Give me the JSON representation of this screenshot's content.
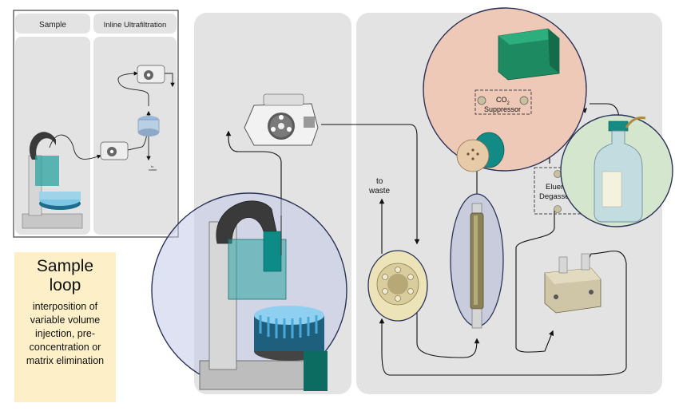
{
  "inset": {
    "tabs": [
      {
        "label": "Sample"
      },
      {
        "label": "Inline Ultrafiltration"
      }
    ],
    "waste_label": "to\nwaste"
  },
  "labels": {
    "to_waste_line1": "to",
    "to_waste_line2": "waste",
    "co2_suppressor_line1": "CO",
    "co2_suppressor_sub": "2",
    "co2_suppressor_line2": "Suppressor",
    "eluent_degasser_line1": "Eluent",
    "eluent_degasser_line2": "Degasser"
  },
  "note": {
    "title_line1": "Sample",
    "title_line2": "loop",
    "body": "interposition of variable volume injection, pre-concentration or matrix elimination"
  },
  "colors": {
    "panel_gray": "#e3e3e3",
    "panel_border": "#bdbdbd",
    "suppressor_highlight": "#efc9b8",
    "bottle_highlight": "#d5e6cf",
    "autosampler_highlight": "#c5cbe8",
    "valve_highlight": "#ece3b8",
    "column_highlight": "#c8ccdc",
    "note_bg": "#fdf0c8",
    "teal": "#1f9c94"
  }
}
